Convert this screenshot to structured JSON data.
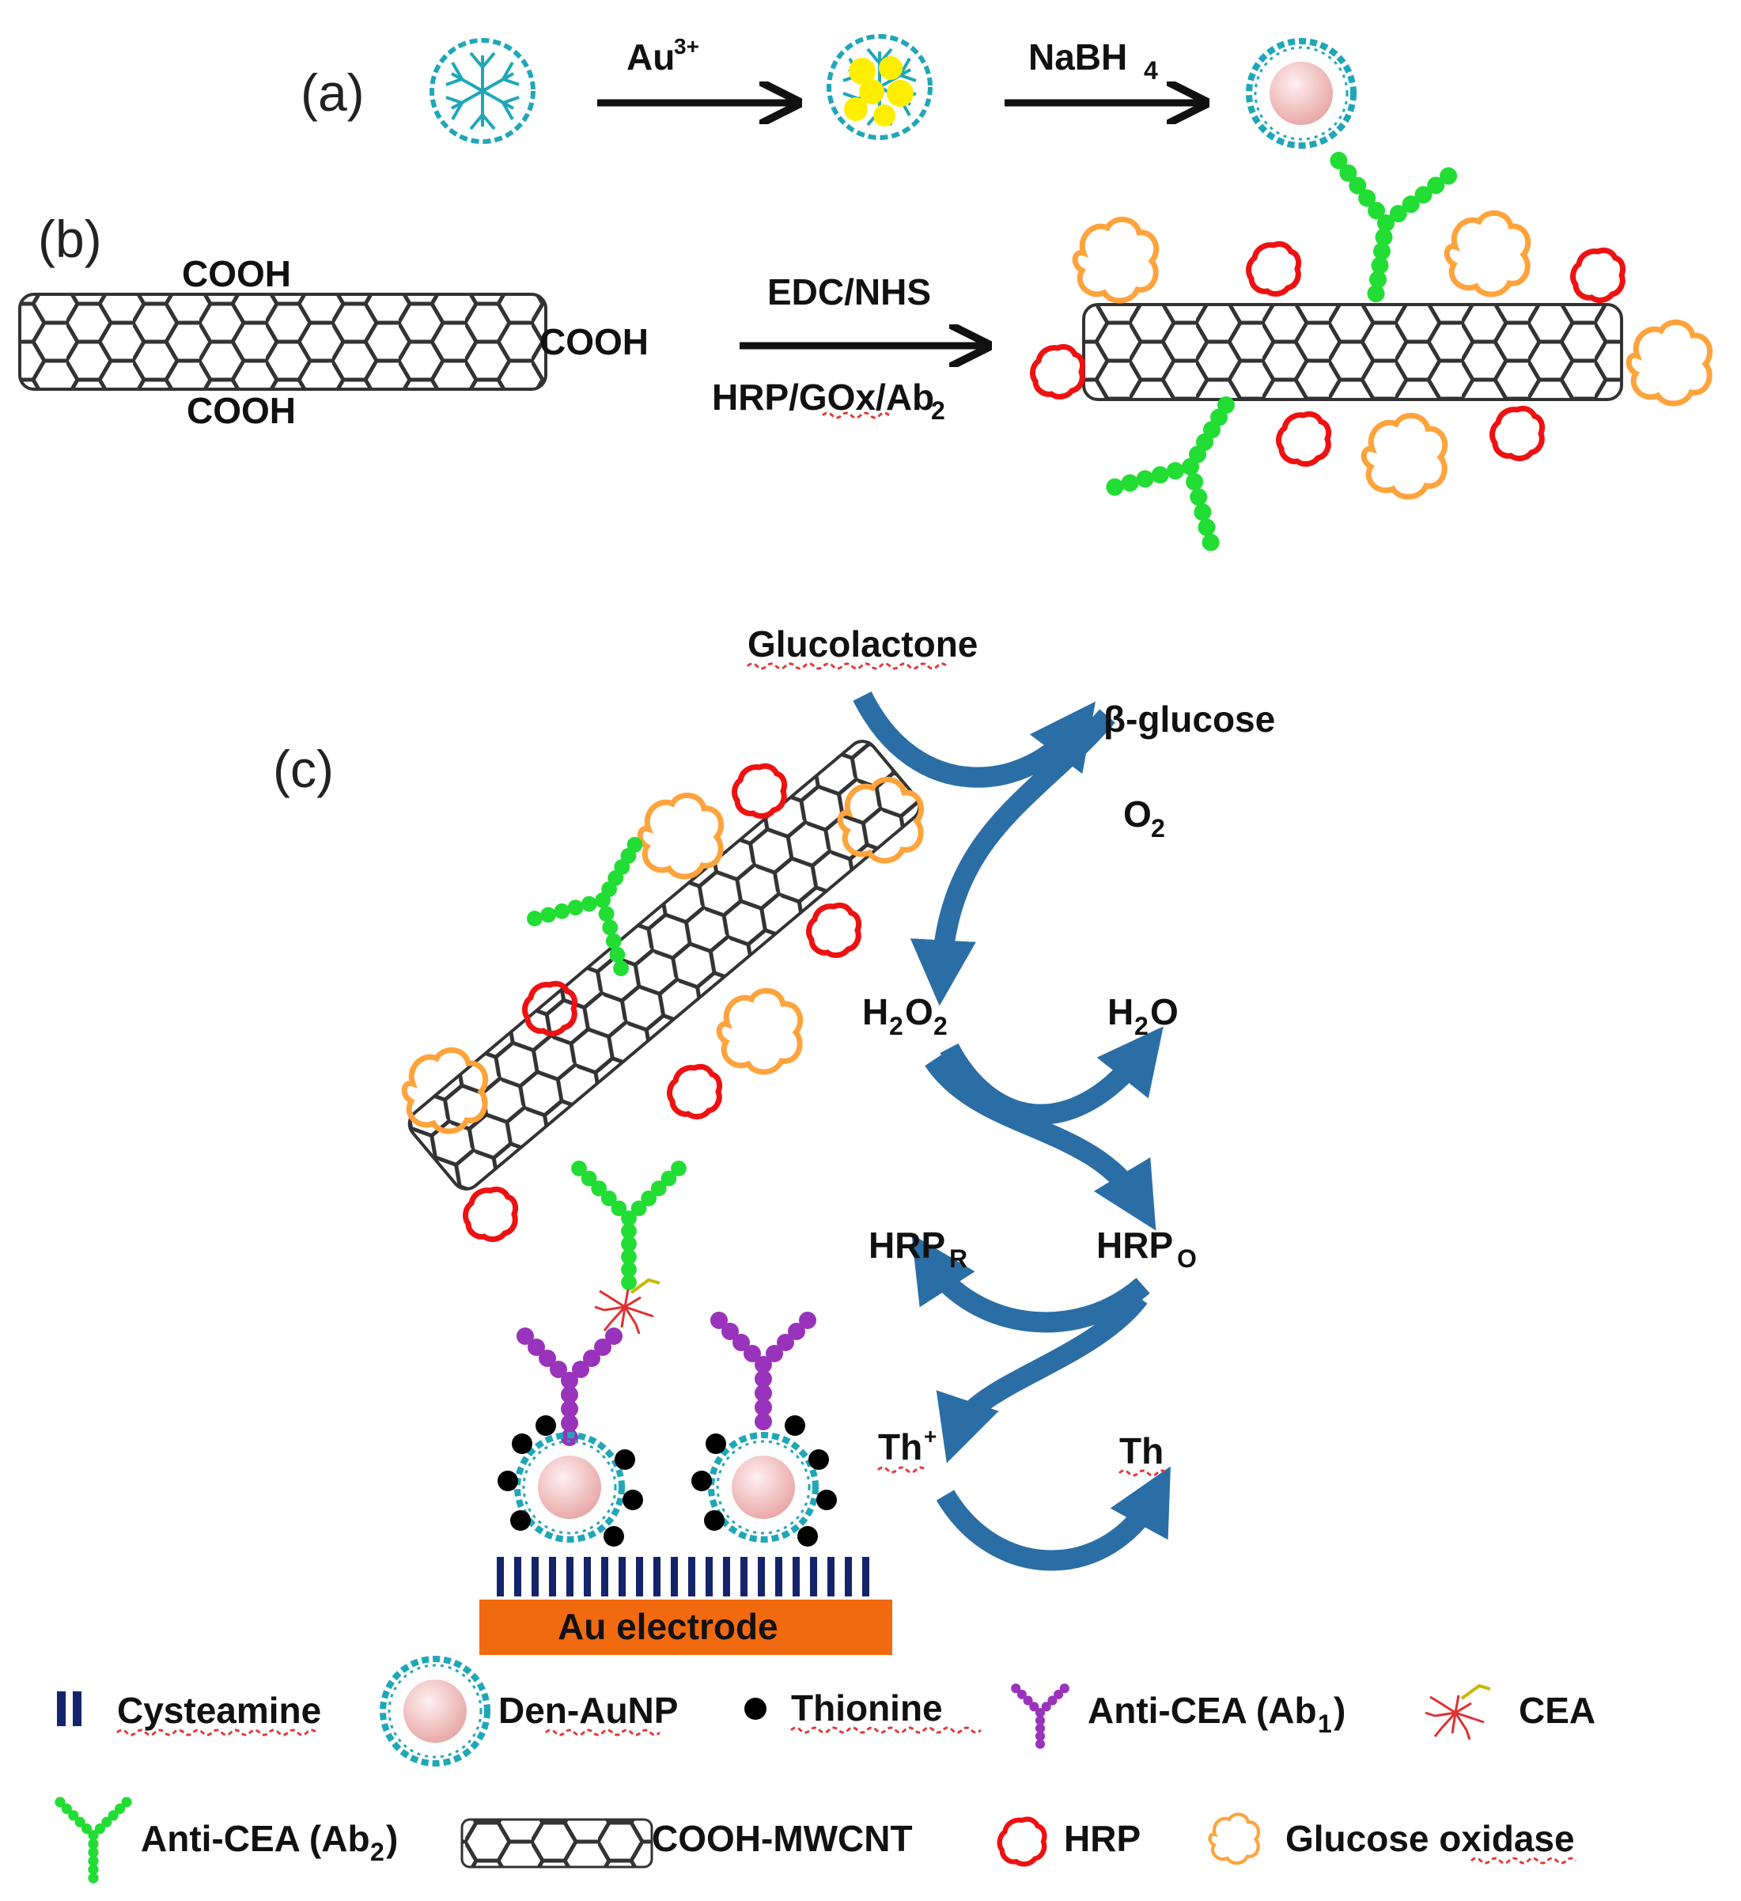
{
  "panels": {
    "a": "(a)",
    "b": "(b)",
    "c": "(c)"
  },
  "panel_a": {
    "arrow1_label": "Au",
    "arrow1_sup": "3+",
    "arrow2_label": "NaBH",
    "arrow2_sub": "4"
  },
  "panel_b": {
    "cooh_top": "COOH",
    "cooh_right": "COOH",
    "cooh_bottom": "COOH",
    "arrow_label_top": "EDC/NHS",
    "arrow_label_bottom_main": "HRP/GOx/Ab",
    "arrow_label_bottom_sub": "2"
  },
  "panel_c": {
    "glucolactone": "Glucolactone",
    "beta_glucose": "β-glucose",
    "o2_main": "O",
    "o2_sub": "2",
    "h2o2_h": "H",
    "h2o2_sub1": "2",
    "h2o2_o": "O",
    "h2o2_sub2": "2",
    "h2o_h": "H",
    "h2o_sub": "2",
    "h2o_o": "O",
    "hrp_r_main": "HRP",
    "hrp_r_sub": "R",
    "hrp_o_main": "HRP",
    "hrp_o_sub": "O",
    "th_plus_main": "Th",
    "th_plus_sup": "+",
    "th": "Th",
    "electrode": "Au electrode"
  },
  "legend": {
    "cysteamine": "Cysteamine",
    "den_aunp": "Den-AuNP",
    "thionine": "Thionine",
    "anti_cea_ab1_main": "Anti-CEA (Ab",
    "anti_cea_ab1_sub": "1",
    "anti_cea_ab1_close": ")",
    "cea": "CEA",
    "anti_cea_ab2_main": "Anti-CEA (Ab",
    "anti_cea_ab2_sub": "2",
    "anti_cea_ab2_close": ")",
    "mwcnt": "COOH-MWCNT",
    "hrp": "HRP",
    "gox": "Glucose oxidase"
  },
  "colors": {
    "dendrimer": "#1fa7b8",
    "au_core": "#f5c6c6",
    "au3_yellow": "#ffee00",
    "ab2_green": "#22dd33",
    "ab1_purple": "#9933bb",
    "hrp_red": "#ee1111",
    "gox_orange": "#ffa33c",
    "cycle_blue": "#2b6ea6",
    "electrode_orange": "#f26a0f",
    "cysteamine_navy": "#14246b",
    "thionine_black": "#000000"
  }
}
